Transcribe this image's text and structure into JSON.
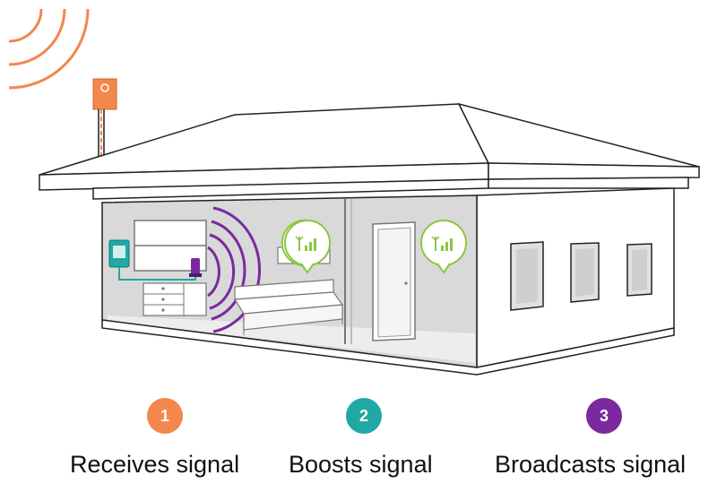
{
  "colors": {
    "receive": "#f4874b",
    "boost": "#20a8a4",
    "broadcast": "#7a2a9e",
    "signal_bubble": "#8cc63f",
    "house_line": "#222222",
    "interior_wall": "#d9d9d9"
  },
  "icons": [
    "outdoor-antenna-icon",
    "booster-unit-icon",
    "indoor-antenna-icon",
    "signal-bubble-icon"
  ],
  "steps": [
    {
      "number": "1",
      "label": "Receives signal",
      "color": "#f4874b"
    },
    {
      "number": "2",
      "label": "Boosts signal",
      "color": "#20a8a4"
    },
    {
      "number": "3",
      "label": "Broadcasts signal",
      "color": "#7a2a9e"
    }
  ]
}
